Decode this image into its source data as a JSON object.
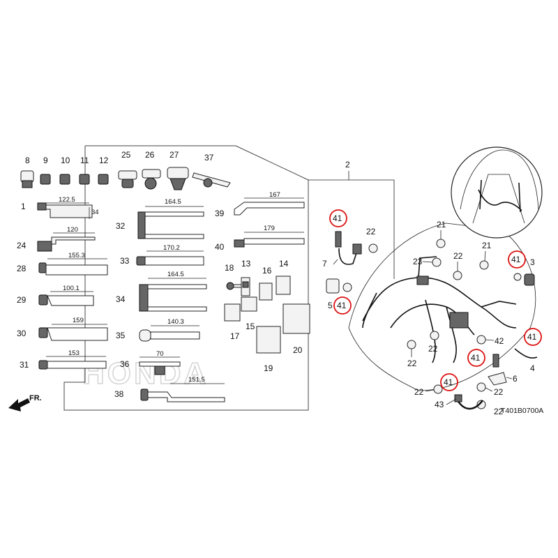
{
  "diagram": {
    "code": "T401B0700A",
    "direction_label": "FR.",
    "watermark": "HONDA",
    "callouts": {
      "c1": "1",
      "c2": "2",
      "c3": "3",
      "c4": "4",
      "c5": "5",
      "c6": "6",
      "c7": "7",
      "c8": "8",
      "c9": "9",
      "c10": "10",
      "c11": "11",
      "c12": "12",
      "c13": "13",
      "c14": "14",
      "c15": "15",
      "c16": "16",
      "c17": "17",
      "c18": "18",
      "c19": "19",
      "c20": "20",
      "c21a": "21",
      "c21b": "21",
      "c22a": "22",
      "c22b": "22",
      "c22c": "22",
      "c22d": "22",
      "c22e": "22",
      "c22f": "22",
      "c22g": "22",
      "c23": "23",
      "c24": "24",
      "c25": "25",
      "c26": "26",
      "c27": "27",
      "c28": "28",
      "c29": "29",
      "c30": "30",
      "c31": "31",
      "c32": "32",
      "c33": "33",
      "c34": "34",
      "c35": "35",
      "c36": "36",
      "c37": "37",
      "c38": "38",
      "c39": "39",
      "c40": "40",
      "c42": "42",
      "c43": "43",
      "c41a": "41",
      "c41b": "41",
      "c41c": "41",
      "c41d": "41",
      "c41e": "41",
      "c41f": "41"
    },
    "dimensions": {
      "d1": "122.5",
      "d1h": "34",
      "d24": "120",
      "d28": "155.3",
      "d29": "100.1",
      "d30": "159",
      "d31": "153",
      "d32": "164.5",
      "d33": "170.2",
      "d34": "164.5",
      "d35": "140.3",
      "d36": "70",
      "d38": "151.5",
      "d39": "167",
      "d40": "179"
    }
  }
}
